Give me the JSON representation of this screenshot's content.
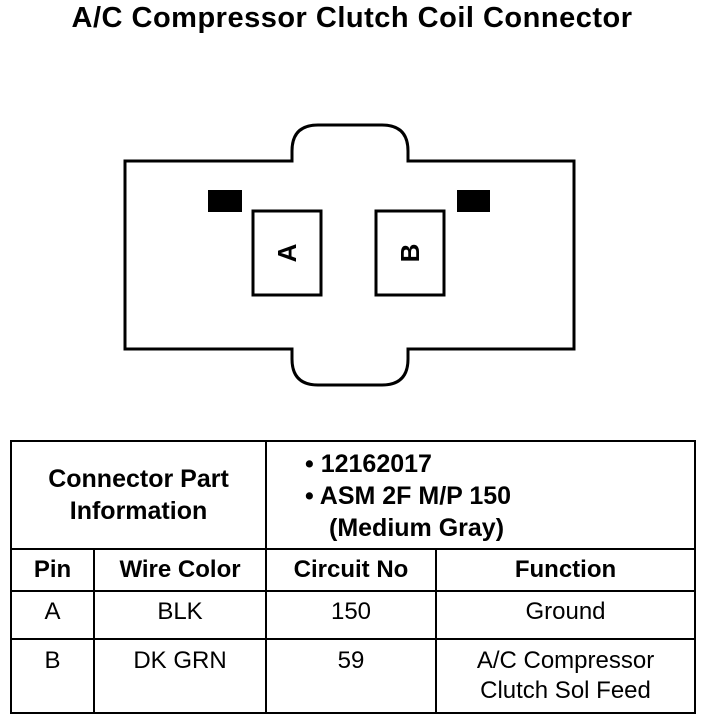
{
  "title": "A/C Compressor Clutch Coil Connector",
  "connector": {
    "pins": [
      {
        "label": "A"
      },
      {
        "label": "B"
      }
    ]
  },
  "table": {
    "part_label_line1": "Connector Part",
    "part_label_line2": "Information",
    "part_numbers": [
      "12162017",
      "ASM 2F M/P 150"
    ],
    "part_color": "(Medium Gray)",
    "headers": [
      "Pin",
      "Wire Color",
      "Circuit No",
      "Function"
    ],
    "rows": [
      {
        "pin": "A",
        "wire_color": "BLK",
        "circuit": "150",
        "function_line1": "Ground",
        "function_line2": ""
      },
      {
        "pin": "B",
        "wire_color": "DK GRN",
        "circuit": "59",
        "function_line1": "A/C Compressor",
        "function_line2": "Clutch Sol Feed"
      }
    ]
  }
}
